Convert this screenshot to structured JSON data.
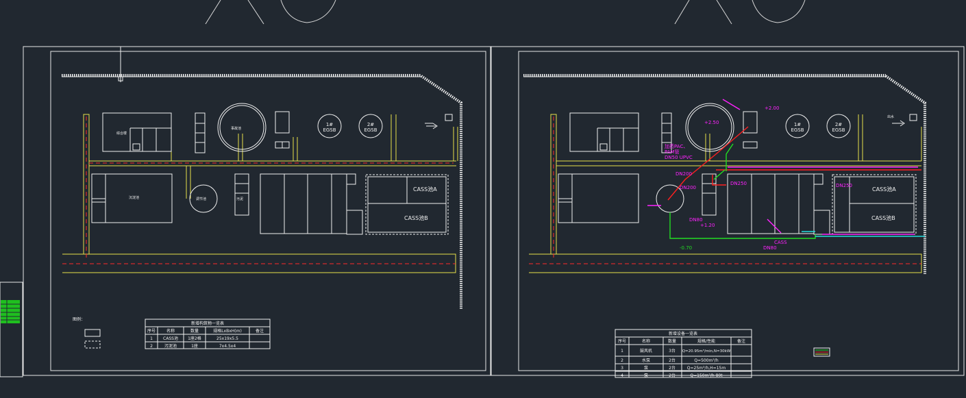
{
  "colors": {
    "background": "#212830",
    "line": "#f2f2f2",
    "road": "#e8e04a",
    "dashed_red": "#ff2a2a",
    "magenta": "#ff22ff",
    "green": "#22dd22",
    "cyan": "#22dddd",
    "red": "#ff2020"
  },
  "left_sheet": {
    "tanks": {
      "egsb1": "1#\nEGSB",
      "egsb2": "2#\nEGSB",
      "cass_a": "CASS池A",
      "cass_b": "CASS池B"
    },
    "legend_title": "图例：",
    "table": {
      "title": "新增构筑物一览表",
      "headers": [
        "序号",
        "名称",
        "数量",
        "规格LxBxH(m)",
        "备注"
      ],
      "rows": [
        [
          "1",
          "CASS池",
          "1座2格",
          "25x19x5.5",
          ""
        ],
        [
          "2",
          "污泥池",
          "1座",
          "7x4.5x4",
          ""
        ]
      ]
    }
  },
  "right_sheet": {
    "tanks": {
      "egsb1": "1#\nEGSB",
      "egsb2": "2#\nEGSB",
      "cass_a": "CASS池A",
      "cass_b": "CASS池B"
    },
    "annotations": {
      "pac_pam": "加药PAC、\nPAM管\nDN50  UPVC",
      "dn200_a": "DN200",
      "dn200_b": "DN200",
      "dn250": "DN250",
      "dn250_b": "DN250",
      "dn80": "DN80",
      "dn80_b": "DN80",
      "elev_200": "+2.00",
      "elev_250": "+2.50",
      "elev_120": "+1.20",
      "elev_m070": "-0.70",
      "to_cass": "CASS",
      "flow": "出水"
    },
    "table": {
      "title": "新增设备一览表",
      "headers": [
        "序号",
        "名称",
        "数量",
        "规格/性能",
        "备注"
      ],
      "rows": [
        [
          "1",
          "鼓风机",
          "3台",
          "Q=20.95m³/min,N=30kW",
          ""
        ],
        [
          "2",
          "水泵",
          "2台",
          "Q=500m³/h",
          ""
        ],
        [
          "3",
          "泵",
          "2台",
          "Q=25m³/h,H=15m",
          ""
        ],
        [
          "4",
          "泵",
          "2台",
          "Q=150m³/h  80t",
          ""
        ]
      ]
    }
  }
}
